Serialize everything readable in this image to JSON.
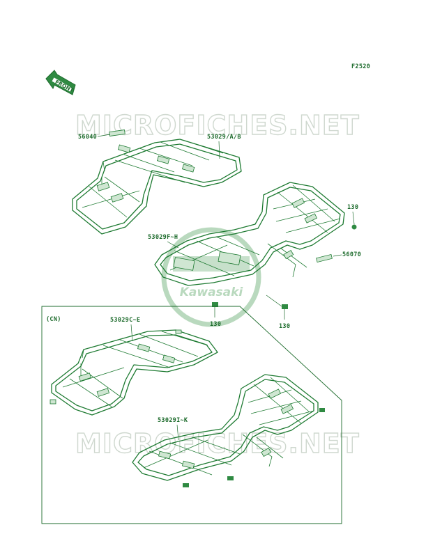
{
  "figure_code": "F2520",
  "front_label": "FRONT",
  "watermark": {
    "site_text": "MICROFICHES.NET",
    "brand_text": "Kawasaki"
  },
  "variant_label": "(CN)",
  "part_numbers": {
    "p56040": "56040",
    "p53029ab": "53029/A/B",
    "p130_right": "130",
    "p53029fh": "53029F~H",
    "p56070": "56070",
    "p130_left": "130",
    "p130_mid": "130",
    "p53029ce": "53029C~E",
    "p53029ik": "53029I~K"
  },
  "colors": {
    "line": "#1d7a31",
    "watermark": "#cfd8cf",
    "badge": "#b9d9be"
  }
}
